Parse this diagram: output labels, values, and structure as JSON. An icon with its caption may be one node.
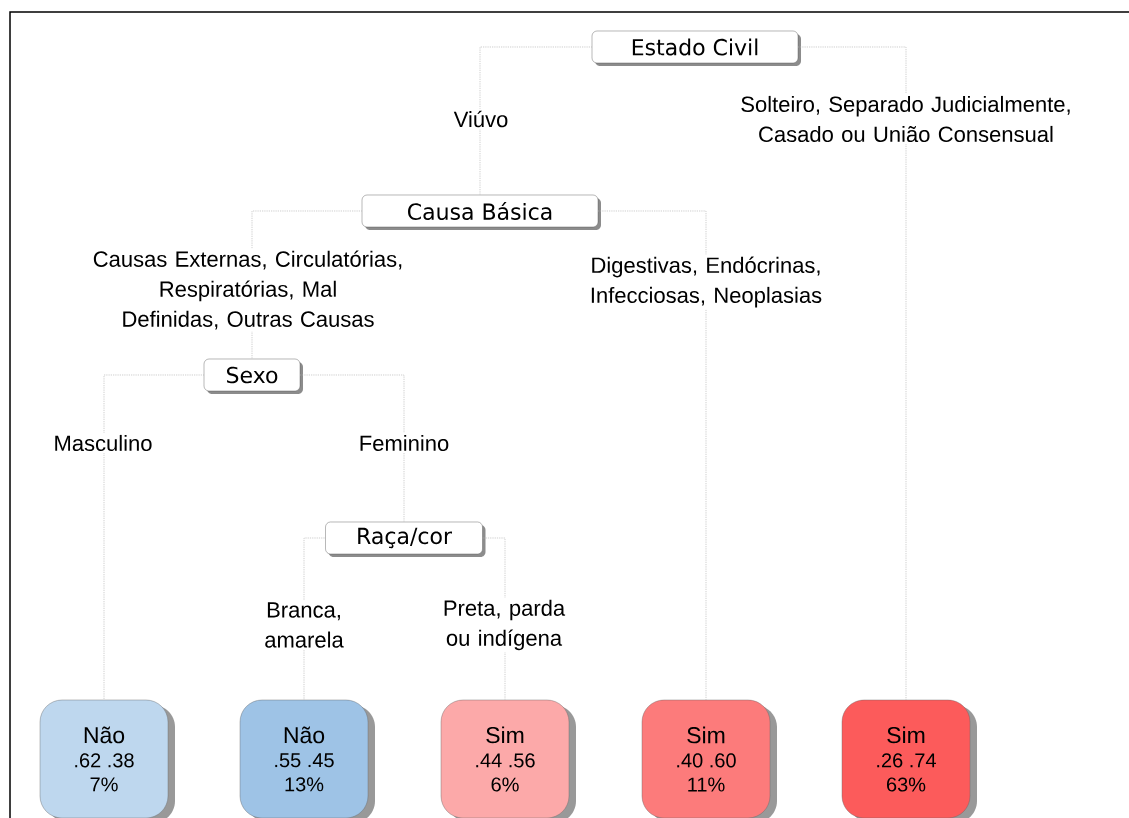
{
  "diagram": {
    "nodes": [
      {
        "text": [
          "Estado Civil"
        ]
      },
      {
        "text": [
          "Causa Básica"
        ]
      },
      {
        "text": [
          "Sexo"
        ]
      },
      {
        "text": [
          "Raça/cor"
        ]
      },
      {
        "text": [
          "Não",
          ".62  .38",
          "7%"
        ]
      },
      {
        "text": [
          "Não",
          ".55  .45",
          "13%"
        ]
      },
      {
        "text": [
          "Sim",
          ".44  .56",
          "6%"
        ]
      },
      {
        "text": [
          "Sim",
          ".40  .60",
          "11%"
        ]
      },
      {
        "text": [
          "Sim",
          ".26  .74",
          "63%"
        ]
      }
    ],
    "edges": [
      {
        "from": 0,
        "to": 1,
        "arrow": "none",
        "label": "Viúvo"
      },
      {
        "from": 0,
        "to": 8,
        "arrow": "none",
        "label": "Solteiro, Separado Judicialmente, Casado ou União Consensual"
      },
      {
        "from": 1,
        "to": 2,
        "arrow": "none",
        "label": "Causas Externas, Circulatórias, Respiratórias, Mal Definidas, Outras Causas"
      },
      {
        "from": 1,
        "to": 7,
        "arrow": "none",
        "label": "Digestivas, Endócrinas, Infecciosas, Neoplasias"
      },
      {
        "from": 2,
        "to": 4,
        "arrow": "none",
        "label": "Masculino"
      },
      {
        "from": 2,
        "to": 3,
        "arrow": "none",
        "label": "Feminino"
      },
      {
        "from": 3,
        "to": 5,
        "arrow": "none",
        "label": "Branca, amarela"
      },
      {
        "from": 3,
        "to": 6,
        "arrow": "none",
        "label": "Preta, parda ou indígena"
      }
    ]
  }
}
